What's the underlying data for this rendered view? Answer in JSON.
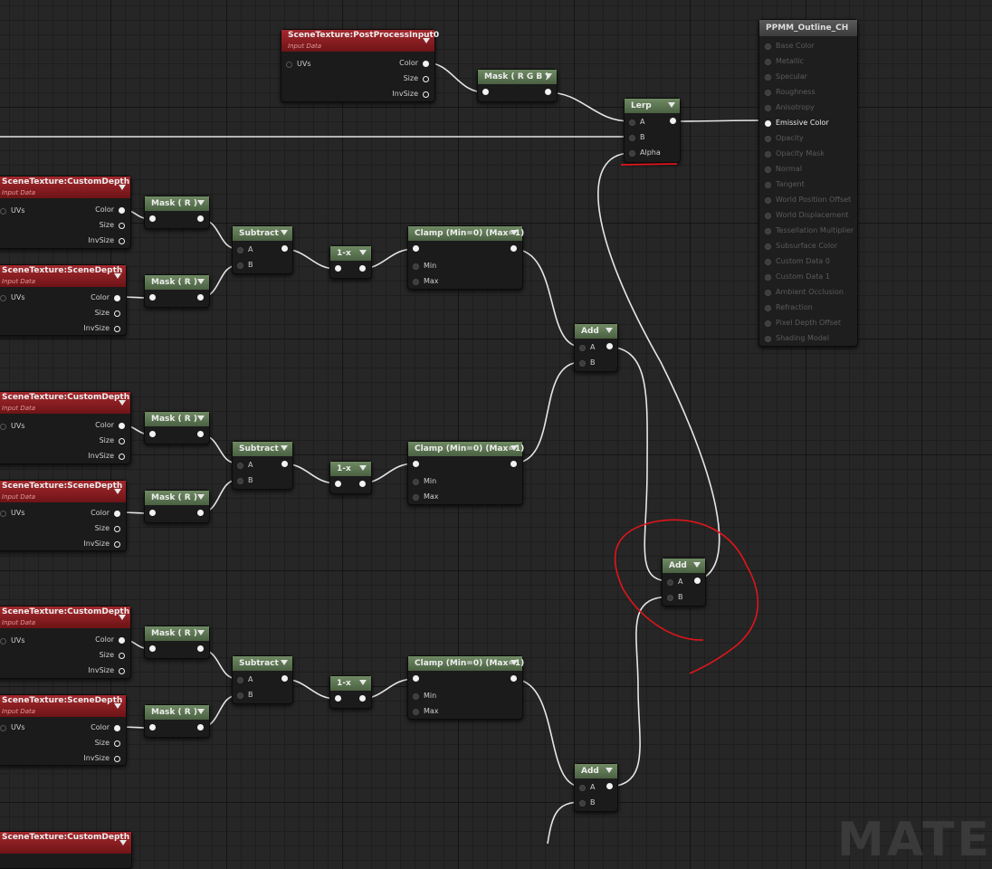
{
  "watermark": "MATE",
  "post_process_node": {
    "title": "SceneTexture:PostProcessInput0",
    "subtitle": "Input Data",
    "inputs": [
      "UVs"
    ],
    "outputs": [
      "Color",
      "Size",
      "InvSize"
    ]
  },
  "mask_rgb": {
    "title": "Mask ( R G B )"
  },
  "lerp": {
    "title": "Lerp",
    "inputs": [
      "A",
      "B",
      "Alpha"
    ]
  },
  "output_node": {
    "title": "PPMM_Outline_CH",
    "pins": [
      "Base Color",
      "Metallic",
      "Specular",
      "Roughness",
      "Anisotropy",
      "Emissive Color",
      "Opacity",
      "Opacity Mask",
      "Normal",
      "Tangent",
      "World Position Offset",
      "World Displacement",
      "Tessellation Multiplier",
      "Subsurface Color",
      "Custom Data 0",
      "Custom Data 1",
      "Ambient Occlusion",
      "Refraction",
      "Pixel Depth Offset",
      "Shading Model"
    ],
    "active_pin": "Emissive Color"
  },
  "scene_texture": {
    "custom_depth_title": "SceneTexture:CustomDepth",
    "scene_depth_title": "SceneTexture:SceneDepth",
    "subtitle": "Input Data",
    "input": "UVs",
    "outputs": [
      "Color",
      "Size",
      "InvSize"
    ]
  },
  "mask_r": {
    "title": "Mask ( R )"
  },
  "subtract": {
    "title": "Subtract",
    "inputs": [
      "A",
      "B"
    ]
  },
  "one_minus": {
    "title": "1-x"
  },
  "clamp": {
    "title": "Clamp (Min=0) (Max=1)",
    "inputs": [
      "Min",
      "Max"
    ]
  },
  "add": {
    "title": "Add",
    "inputs": [
      "A",
      "B"
    ]
  }
}
